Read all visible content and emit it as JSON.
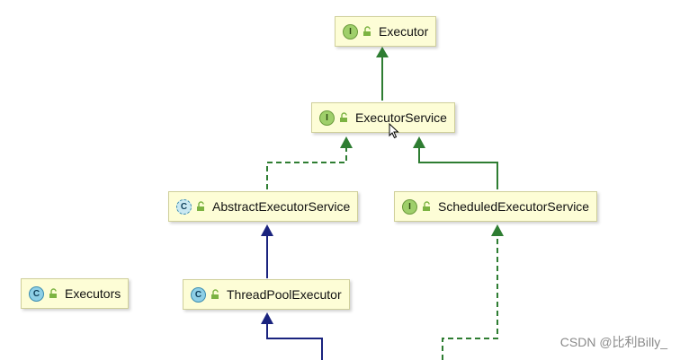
{
  "nodes": [
    {
      "id": "executor",
      "kind": "interface",
      "badge": "I",
      "label": "Executor"
    },
    {
      "id": "executor_service",
      "kind": "interface",
      "badge": "I",
      "label": "ExecutorService"
    },
    {
      "id": "abstract_executor_service",
      "kind": "abstract",
      "badge": "C",
      "label": "AbstractExecutorService"
    },
    {
      "id": "scheduled_executor_service",
      "kind": "interface",
      "badge": "I",
      "label": "ScheduledExecutorService"
    },
    {
      "id": "executors",
      "kind": "class",
      "badge": "C",
      "label": "Executors"
    },
    {
      "id": "thread_pool_executor",
      "kind": "class",
      "badge": "C",
      "label": "ThreadPoolExecutor"
    }
  ],
  "edges": [
    {
      "from": "executor_service",
      "to": "executor",
      "type": "extends",
      "style": "solid",
      "color": "#2e7d32"
    },
    {
      "from": "abstract_executor_service",
      "to": "executor_service",
      "type": "implements",
      "style": "dashed",
      "color": "#2e7d32"
    },
    {
      "from": "scheduled_executor_service",
      "to": "executor_service",
      "type": "extends",
      "style": "solid",
      "color": "#2e7d32"
    },
    {
      "from": "thread_pool_executor",
      "to": "abstract_executor_service",
      "type": "extends",
      "style": "solid",
      "color": "#1a237e"
    },
    {
      "from": "offscreen_class",
      "to": "thread_pool_executor",
      "type": "extends",
      "style": "solid",
      "color": "#1a237e"
    },
    {
      "from": "offscreen_class",
      "to": "scheduled_executor_service",
      "type": "implements",
      "style": "dashed",
      "color": "#2e7d32"
    }
  ],
  "colors": {
    "node_fill": "#fdfdd6",
    "interface_badge": "#9fcf6a",
    "class_badge": "#8ecfe6",
    "green_edge": "#2e7d32",
    "blue_edge": "#1a237e"
  },
  "icons": {
    "visibility": "open-lock-icon",
    "cursor": "mouse-pointer-icon"
  },
  "watermark": "CSDN @比利Billy_"
}
